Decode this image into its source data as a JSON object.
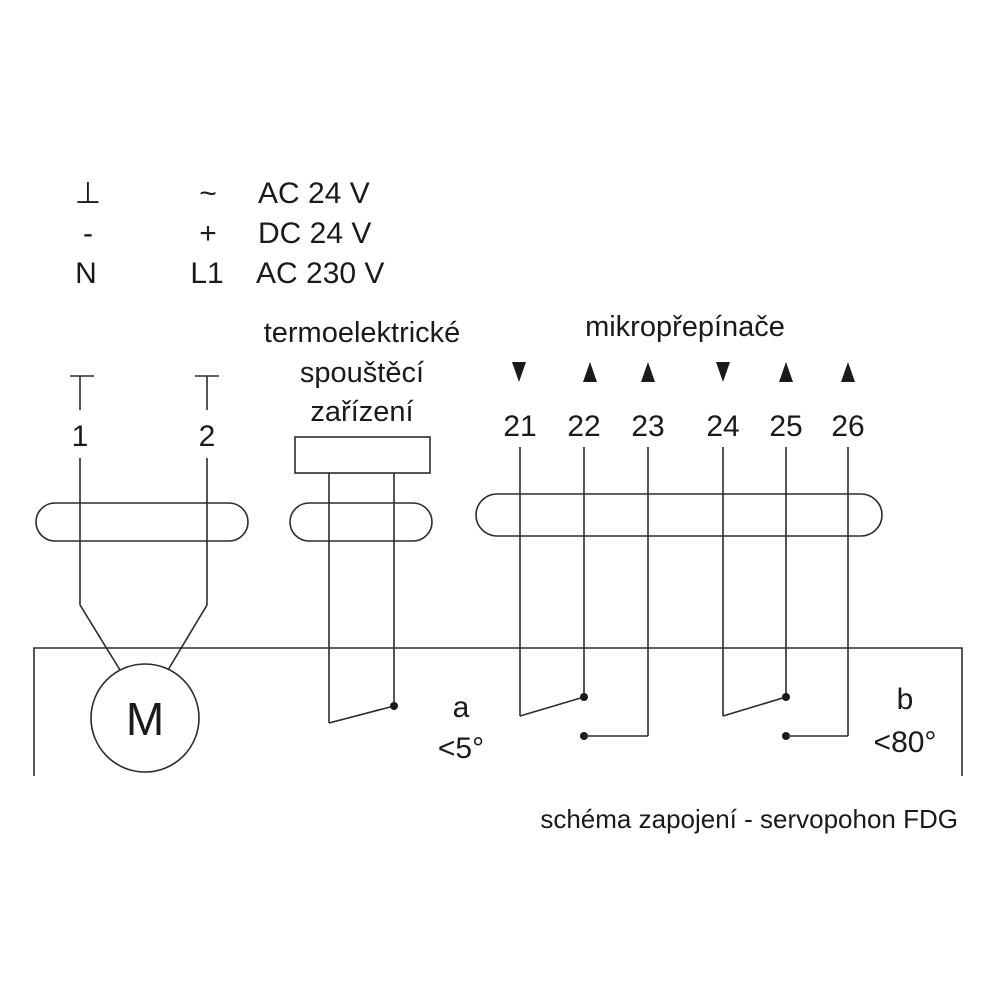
{
  "supply_table": {
    "rows": [
      {
        "left": "⊥",
        "right": "~",
        "voltage": "AC 24 V"
      },
      {
        "left": "-",
        "right": "+",
        "voltage": "DC 24 V"
      },
      {
        "left": "N",
        "right": "L1",
        "voltage": "AC 230 V"
      }
    ]
  },
  "terminals": {
    "power": [
      "1",
      "2"
    ],
    "microswitch": [
      "21",
      "22",
      "23",
      "24",
      "25",
      "26"
    ]
  },
  "labels": {
    "thermo_line1": "termoelektrické",
    "thermo_line2": "spouštěcí",
    "thermo_line3": "zařízení",
    "microswitches": "mikropřepínače",
    "motor": "M",
    "switch_a": "a",
    "switch_a_angle": "<5°",
    "switch_b": "b",
    "switch_b_angle": "<80°",
    "caption": "schéma zapojení - servopohon FDG"
  }
}
